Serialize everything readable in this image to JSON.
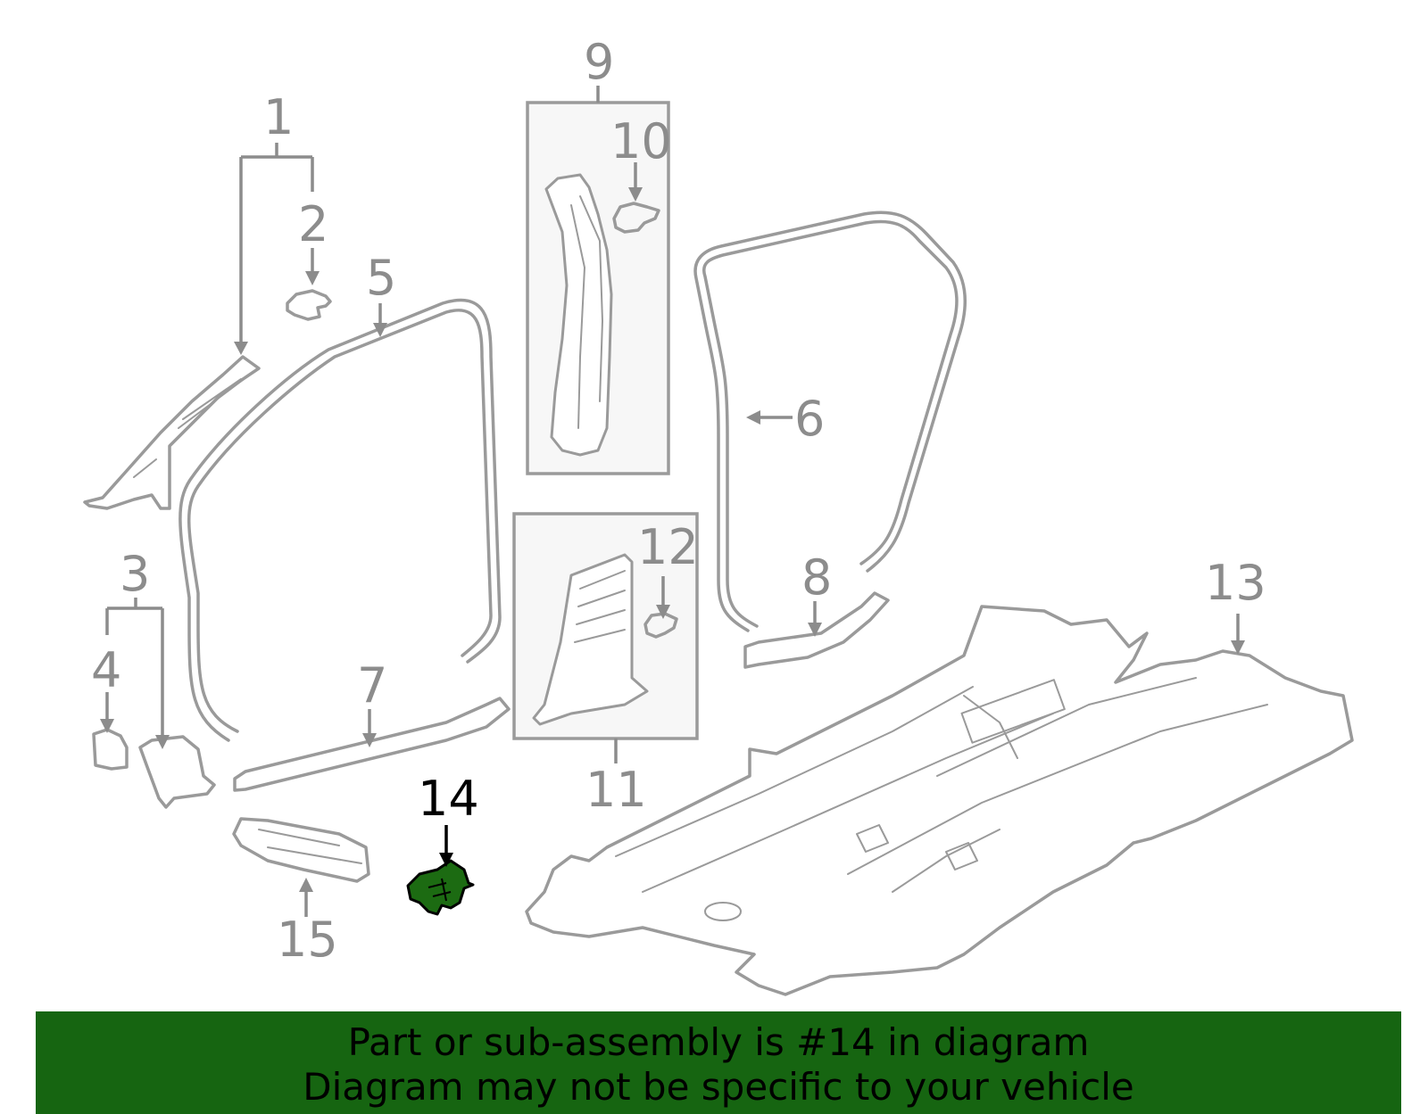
{
  "diagram": {
    "callouts": [
      "1",
      "2",
      "3",
      "4",
      "5",
      "6",
      "7",
      "8",
      "9",
      "10",
      "11",
      "12",
      "13",
      "14",
      "15"
    ],
    "highlighted_callout": "14",
    "highlight_color": "#1c6b12"
  },
  "banner": {
    "background_color": "#166511",
    "line1": "Part or sub-assembly is #14 in diagram",
    "line2": "Diagram may not be specific to your vehicle"
  }
}
